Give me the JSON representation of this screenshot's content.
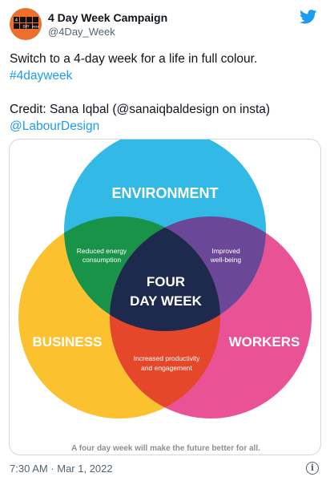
{
  "account": {
    "display_name": "4 Day Week Campaign",
    "handle": "@4Day_Week",
    "logo_text": [
      "4",
      "DAY",
      "WEEK"
    ]
  },
  "tweet": {
    "line1": "Switch to a 4-day week for a life in full colour.",
    "hashtag": "#4dayweek",
    "credit": "Credit: Sana Iqbal (@sanaiqbaldesign on insta)",
    "mention": "@LabourDesign",
    "timestamp": "7:30 AM · Mar 1, 2022"
  },
  "image": {
    "circles": {
      "environment": "ENVIRONMENT",
      "business": "BUSINESS",
      "workers": "WORKERS"
    },
    "overlaps": {
      "env_business_1": "Reduced energy",
      "env_business_2": "consumption",
      "env_workers_1": "Improved",
      "env_workers_2": "well-being",
      "business_workers_1": "Increased productivity",
      "business_workers_2": "and engagement"
    },
    "center_1": "FOUR",
    "center_2": "DAY WEEK",
    "caption": "A four day week will make the future better for all.",
    "colors": {
      "environment": "#33b9e6",
      "business": "#fcc12f",
      "workers": "#ea5296",
      "env_business": "#189348",
      "env_workers": "#6b4897",
      "business_workers": "#e4472a",
      "center": "#1e2a4d"
    }
  },
  "colors": {
    "brand_orange": "#ec6f2e",
    "link_blue": "#1d9bf0",
    "muted_text": "#536471"
  },
  "icons": [
    "twitter-bird-icon",
    "info-icon"
  ]
}
